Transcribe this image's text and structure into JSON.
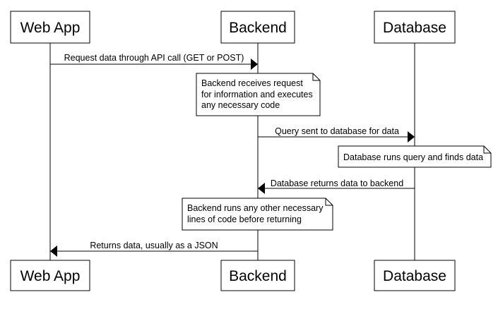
{
  "participants": [
    {
      "id": "webapp",
      "label": "Web App"
    },
    {
      "id": "backend",
      "label": "Backend"
    },
    {
      "id": "database",
      "label": "Database"
    }
  ],
  "messages": [
    {
      "from": "webapp",
      "to": "backend",
      "label": "Request data through API call (GET or POST)"
    },
    {
      "from": "backend",
      "to": "database",
      "label": "Query sent to database for data"
    },
    {
      "from": "database",
      "to": "backend",
      "label": "Database returns data to backend"
    },
    {
      "from": "backend",
      "to": "webapp",
      "label": "Returns data, usually as a JSON"
    }
  ],
  "notes": [
    {
      "over": "backend",
      "lines": [
        "Backend receives request",
        "for information and executes",
        "any necessary code"
      ]
    },
    {
      "over": "database",
      "lines": [
        "Database runs query and finds data"
      ]
    },
    {
      "over": "backend",
      "lines": [
        "Backend runs any other necessary",
        "lines of code before returning"
      ]
    }
  ]
}
